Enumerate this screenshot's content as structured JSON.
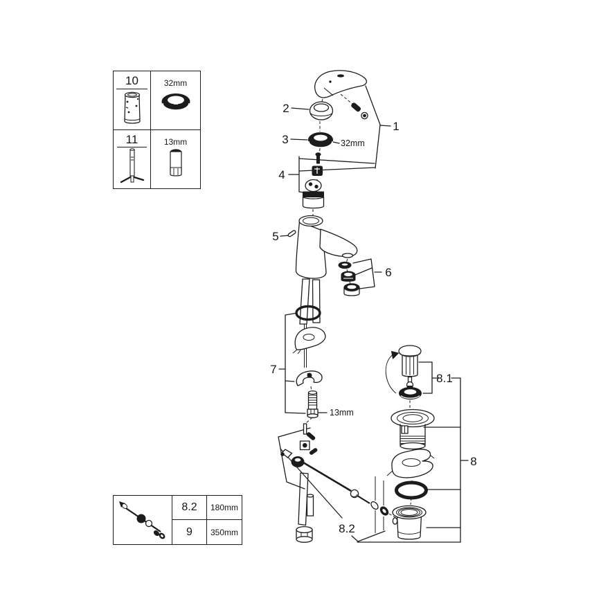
{
  "diagram": {
    "description": "Exploded parts diagram of a single-lever basin mixer faucet with pop-up waste set",
    "callouts": {
      "n1": "1",
      "n2": "2",
      "n3": "3",
      "n4": "4",
      "n5": "5",
      "n6": "6",
      "n7": "7",
      "n8": "8",
      "n8_1": "8.1",
      "n8_2": "8.2"
    },
    "dimensions": {
      "ring_nut": "32mm",
      "mounting_nut": "13mm"
    }
  },
  "tool_table": {
    "rows": [
      {
        "part": "10",
        "size": "32mm"
      },
      {
        "part": "11",
        "size": "13mm"
      }
    ]
  },
  "rod_table": {
    "rows": [
      {
        "part": "8.2",
        "length": "180mm"
      },
      {
        "part": "9",
        "length": "350mm"
      }
    ]
  },
  "colors": {
    "line": "#1c1c1c",
    "background": "#ffffff"
  }
}
